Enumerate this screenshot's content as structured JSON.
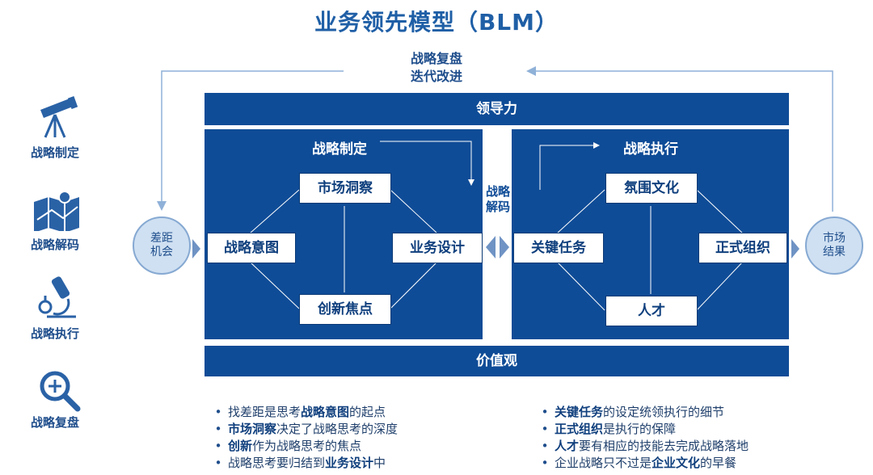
{
  "title": "业务领先模型（BLM）",
  "loop": {
    "line1": "战略复盘",
    "line2": "迭代改进"
  },
  "bands": {
    "top": "领导力",
    "bottom": "价值观"
  },
  "left_panel": {
    "title": "战略制定",
    "nodes": {
      "top": "市场洞察",
      "left": "战略意图",
      "right": "业务设计",
      "bottom": "创新焦点"
    }
  },
  "right_panel": {
    "title": "战略执行",
    "nodes": {
      "top": "氛围文化",
      "left": "关键任务",
      "right": "正式组织",
      "bottom": "人才"
    }
  },
  "middle_label": {
    "line1": "战略",
    "line2": "解码"
  },
  "circles": {
    "left": {
      "line1": "差距",
      "line2": "机会"
    },
    "right": {
      "line1": "市场",
      "line2": "结果"
    }
  },
  "sidebar": [
    {
      "icon": "telescope-icon",
      "label": "战略制定"
    },
    {
      "icon": "map-icon",
      "label": "战略解码"
    },
    {
      "icon": "microscope-icon",
      "label": "战略执行"
    },
    {
      "icon": "magnifier-icon",
      "label": "战略复盘"
    }
  ],
  "bullets_left": [
    {
      "pre": "找差距是思考",
      "bold": "战略意图",
      "post": "的起点"
    },
    {
      "pre": "",
      "bold": "市场洞察",
      "post": "决定了战略思考的深度"
    },
    {
      "pre": "",
      "bold": "创新",
      "post": "作为战略思考的焦点"
    },
    {
      "pre": "战略思考要归结到",
      "bold": "业务设计",
      "post": "中"
    }
  ],
  "bullets_right": [
    {
      "pre": "",
      "bold": "关键任务",
      "post": "的设定统领执行的细节"
    },
    {
      "pre": "",
      "bold": "正式组织",
      "post": "是执行的保障"
    },
    {
      "pre": "",
      "bold": "人才",
      "post": "要有相应的技能去完成战略落地"
    },
    {
      "pre": "企业战略只不过是",
      "bold": "企业文化",
      "post": "的早餐"
    }
  ],
  "colors": {
    "primary": "#0f4c97",
    "light": "#cfe0f2",
    "text": "#1f4e8c"
  }
}
